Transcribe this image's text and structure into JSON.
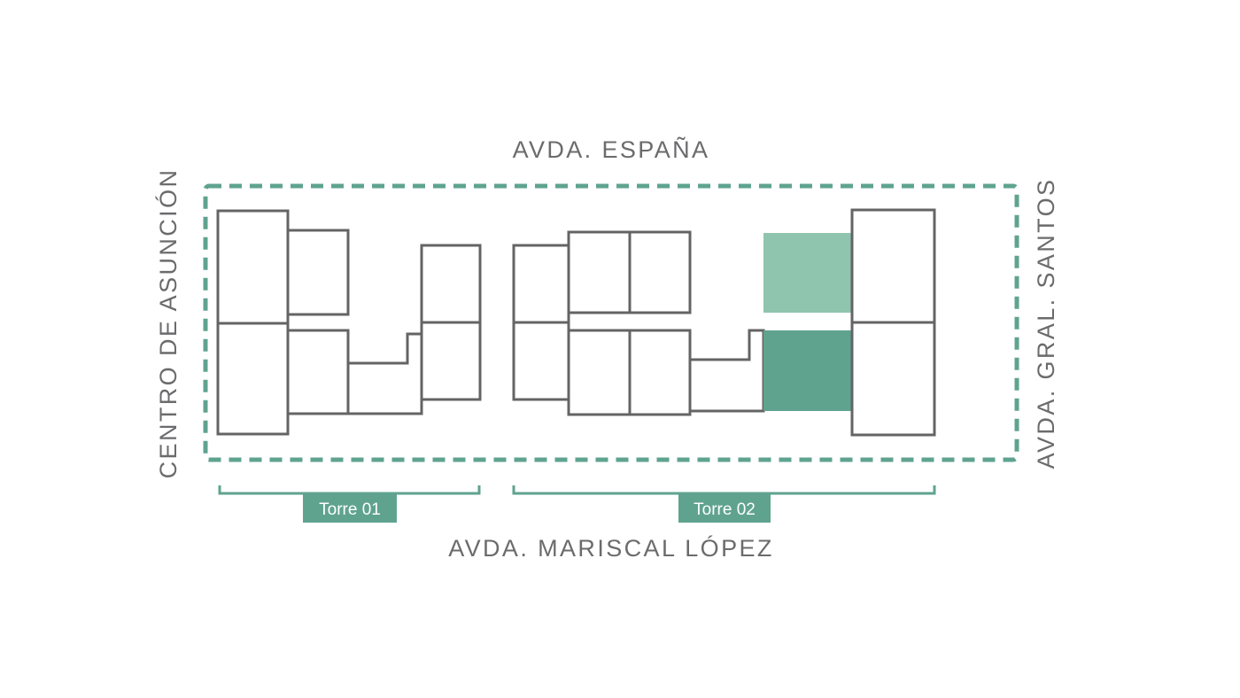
{
  "streets": {
    "north": "AVDA. ESPAÑA",
    "south": "AVDA. MARISCAL LÓPEZ",
    "west": "CENTRO DE ASUNCIÓN",
    "east": "AVDA. GRAL. SANTOS"
  },
  "towers": [
    {
      "label": "Torre 01"
    },
    {
      "label": "Torre 02"
    }
  ],
  "colors": {
    "accent": "#5fa38f",
    "accent_light": "#8fc4ae",
    "outline": "#646466",
    "text": "#6b6b6d",
    "label_text": "#ffffff"
  }
}
